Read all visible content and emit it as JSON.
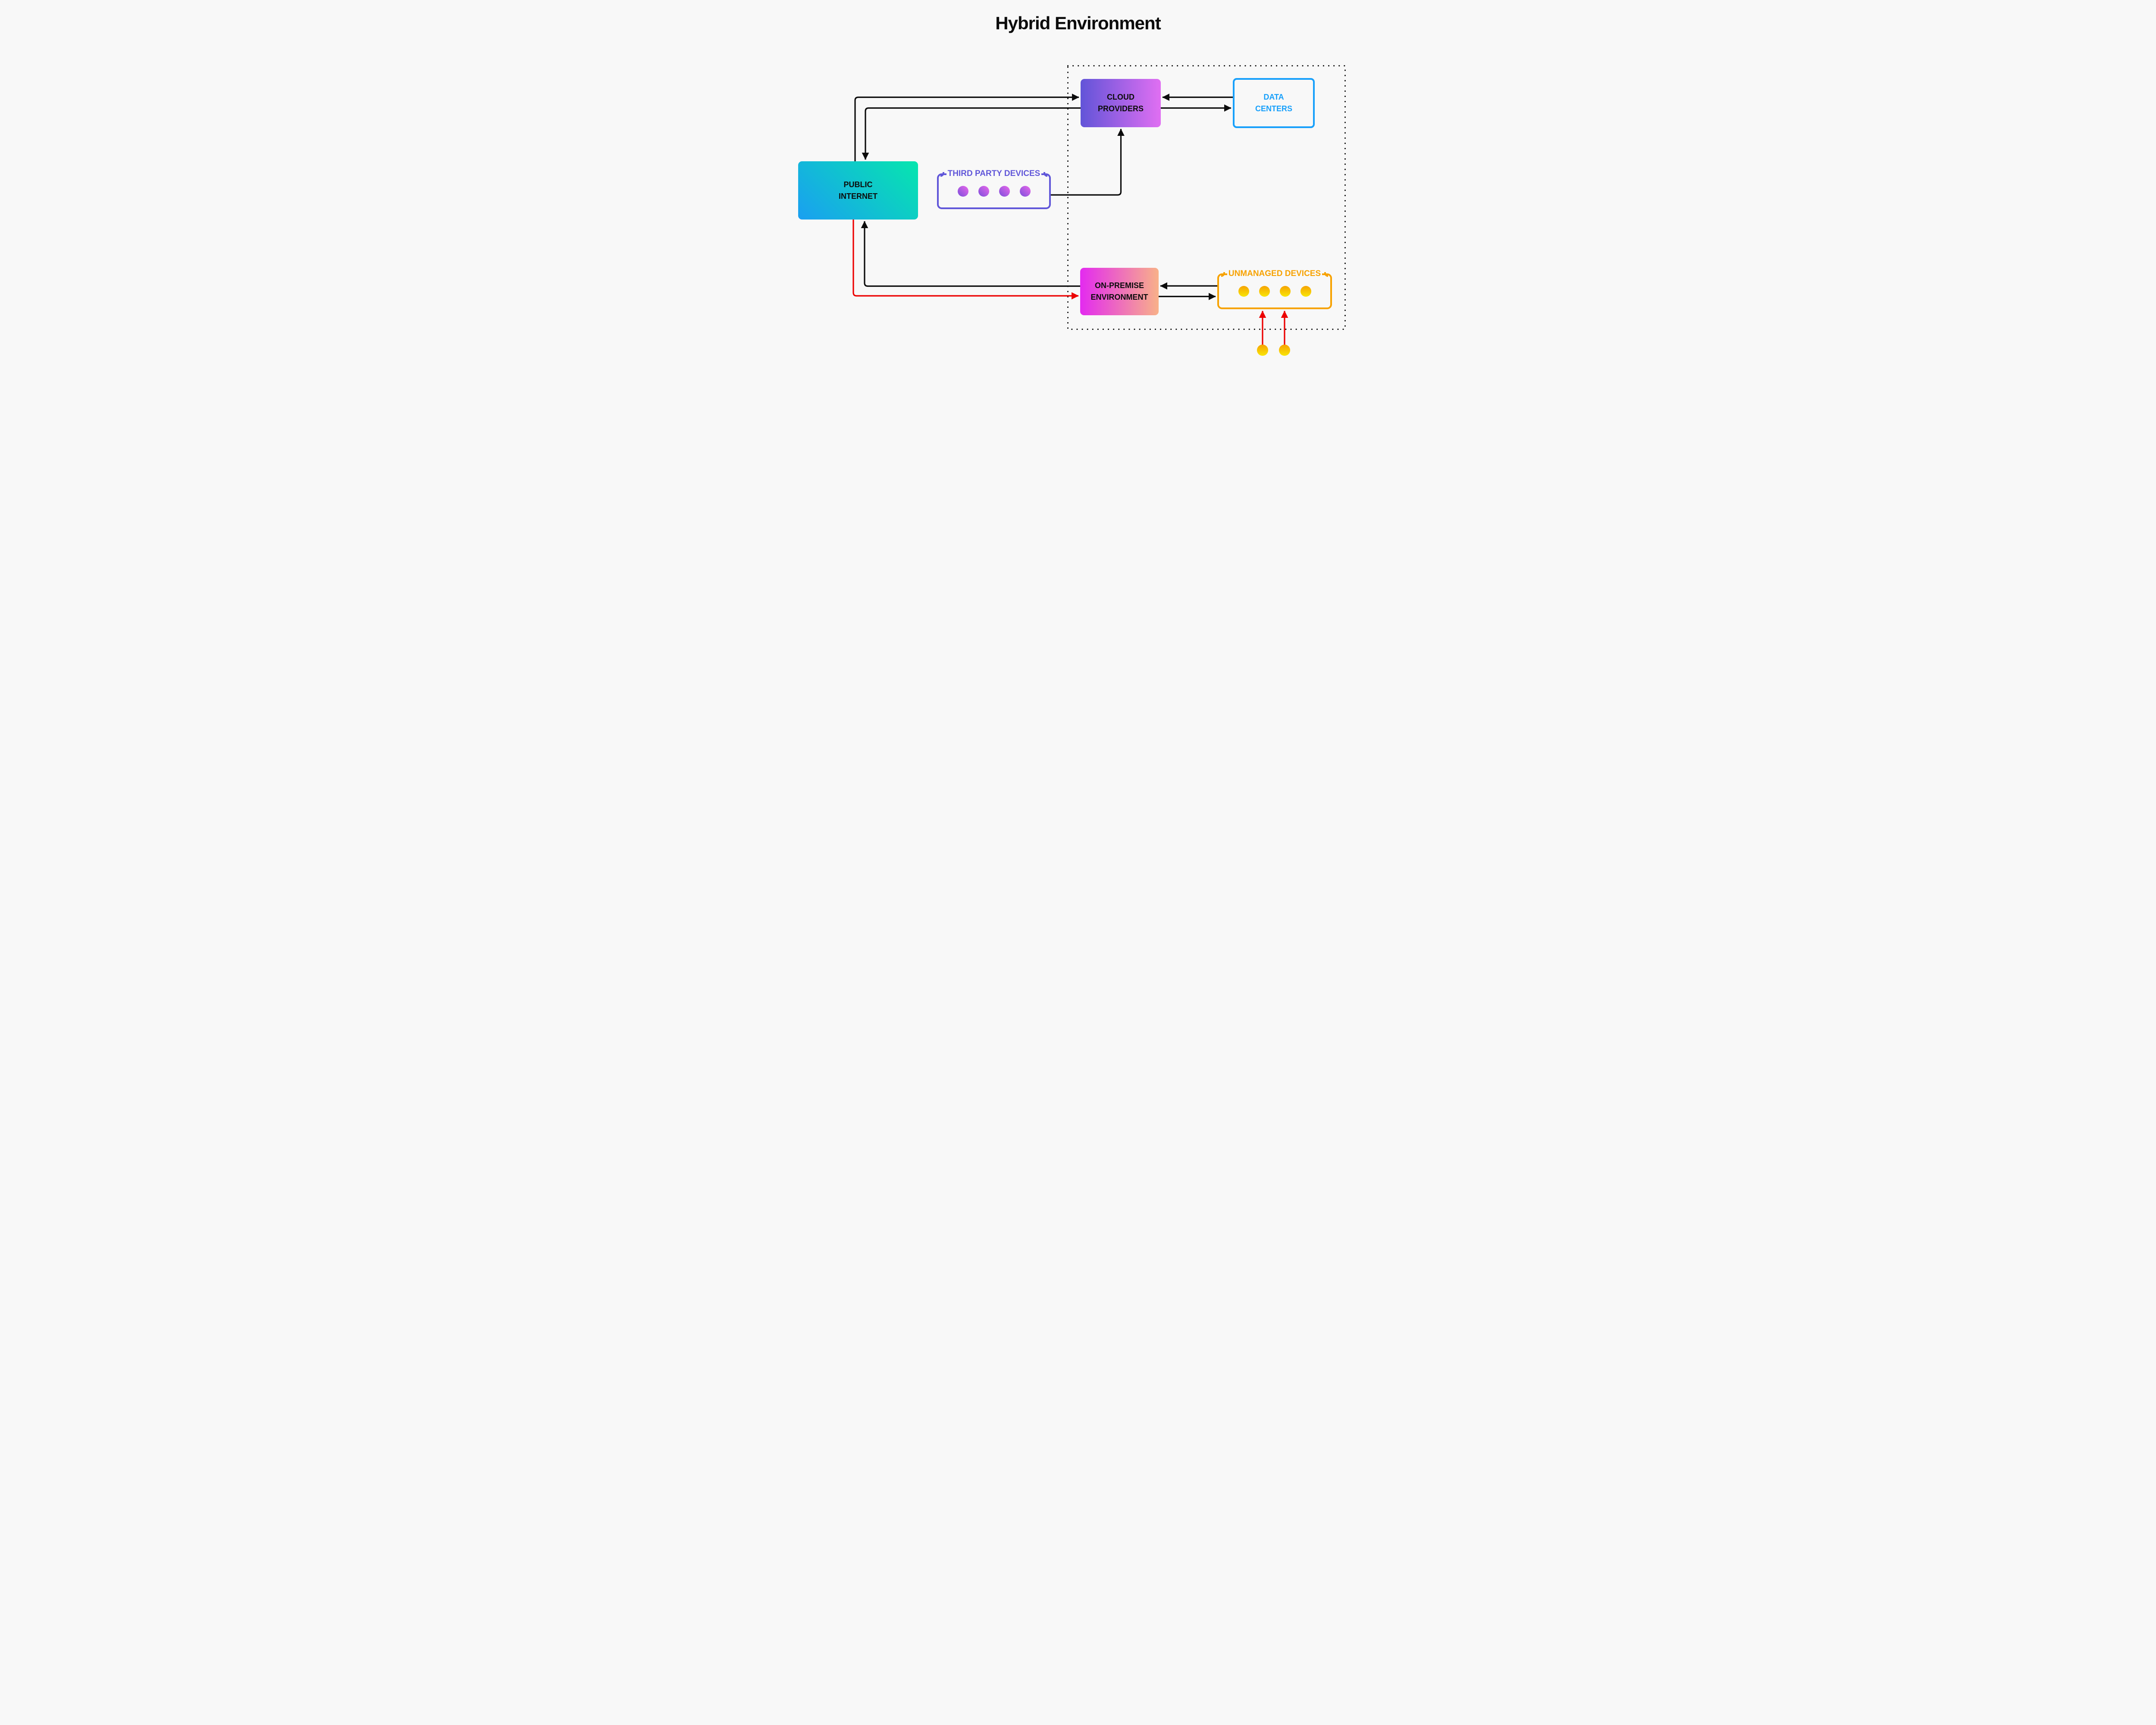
{
  "title": "Hybrid Environment",
  "diagram": {
    "nodes": {
      "public_internet": {
        "label": "PUBLIC\nINTERNET",
        "gradient": [
          "#1a9ff1",
          "#06e6ae"
        ]
      },
      "cloud_providers": {
        "label": "CLOUD\nPROVIDERS",
        "gradient": [
          "#6254d8",
          "#e06ff2"
        ]
      },
      "data_centers": {
        "label": "DATA\nCENTERS",
        "accent": "#18a0fb"
      },
      "on_premise_environment": {
        "label": "ON-PREMISE\nENVIRONMENT",
        "gradient": [
          "#e32af0",
          "#f8b189"
        ]
      },
      "third_party_devices": {
        "label": "THIRD PARTY DEVICES",
        "accent": "#6157d9",
        "device_count": 4,
        "dot_gradient": [
          "#7a4fdb",
          "#ea68ea"
        ]
      },
      "unmanaged_devices": {
        "label": "UNMANAGED DEVICES",
        "accent": "#f7a201",
        "device_count": 4,
        "dot_gradient": [
          "#f6a303",
          "#f8e606"
        ]
      },
      "external_unmanaged_endpoints": {
        "device_count": 2,
        "dot_gradient": [
          "#f6a303",
          "#f8e606"
        ]
      }
    },
    "boundary": {
      "style": "dotted",
      "color": "#0c0c0c"
    },
    "link_colors": {
      "normal": "#0c0c0c",
      "alert": "#ec0000"
    },
    "background": "#f8f8f8"
  }
}
